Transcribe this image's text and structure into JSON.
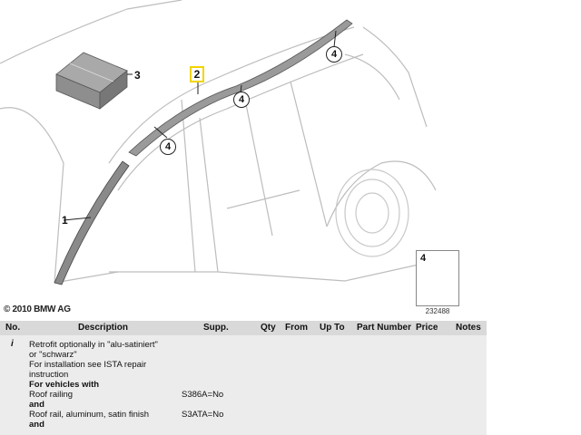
{
  "diagram": {
    "copyright": "© 2010 BMW AG",
    "image_id": "232488",
    "callouts": {
      "c1": "1",
      "c2": "2",
      "c3": "3",
      "c4a": "4",
      "c4b": "4",
      "c4c": "4",
      "legend": "4"
    },
    "highlight_color": "#f2d400"
  },
  "table": {
    "headers": {
      "no": "No.",
      "description": "Description",
      "supp": "Supp.",
      "qty": "Qty",
      "from": "From",
      "up_to": "Up To",
      "part_number": "Part Number",
      "price": "Price",
      "notes": "Notes"
    },
    "row": {
      "no": "i",
      "description_lines": [
        "Retrofit optionally in \"alu-satiniert\"",
        "or \"schwarz\"",
        "For installation see ISTA repair",
        "instruction",
        "For vehicles with",
        "Roof railing",
        "and",
        "Roof rail, aluminum, satin finish",
        "and"
      ],
      "supp_1": "S386A=No",
      "supp_2": "S3ATA=No"
    }
  }
}
